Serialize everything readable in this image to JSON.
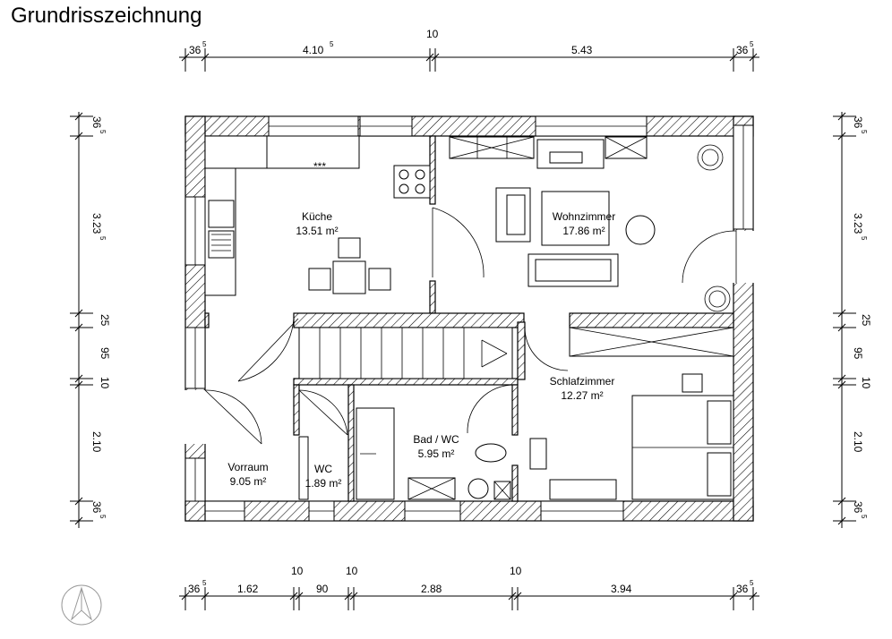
{
  "title": "Grundrisszeichnung",
  "rooms": [
    {
      "name": "Küche",
      "area": "13.51 m²"
    },
    {
      "name": "Wohnzimmer",
      "area": "17.86 m²"
    },
    {
      "name": "Schlafzimmer",
      "area": "12.27 m²"
    },
    {
      "name": "Bad / WC",
      "area": "5.95 m²"
    },
    {
      "name": "Vorraum",
      "area": "9.05 m²"
    },
    {
      "name": "WC",
      "area": "1.89 m²"
    }
  ],
  "dimensions": {
    "top_wall": "36",
    "top_wall_sup": "5",
    "top_seg1": "4.10",
    "top_seg1_sup": "5",
    "top_mid": "10",
    "top_seg2": "5.43",
    "top_wall_right": "36",
    "top_wall_right_sup": "5",
    "bottom_wall_left": "36",
    "bottom_wall_left_sup": "5",
    "bottom_seg1": "1.62",
    "bottom_gap1": "10",
    "bottom_seg2": "90",
    "bottom_gap2": "10",
    "bottom_seg3": "2.88",
    "bottom_gap3": "10",
    "bottom_seg4": "3.94",
    "bottom_wall_right": "36",
    "bottom_wall_right_sup": "5",
    "side_top_wall": "36",
    "side_top_wall_sup": "5",
    "side_seg1": "3.23",
    "side_seg1_sup": "5",
    "side_seg2": "25",
    "side_seg3": "95",
    "side_seg4": "10",
    "side_seg5": "2.10",
    "side_bottom_wall": "36",
    "side_bottom_wall_sup": "5"
  },
  "symbols": {
    "stove_mark": "***",
    "north_arrow": "north-arrow-icon"
  }
}
